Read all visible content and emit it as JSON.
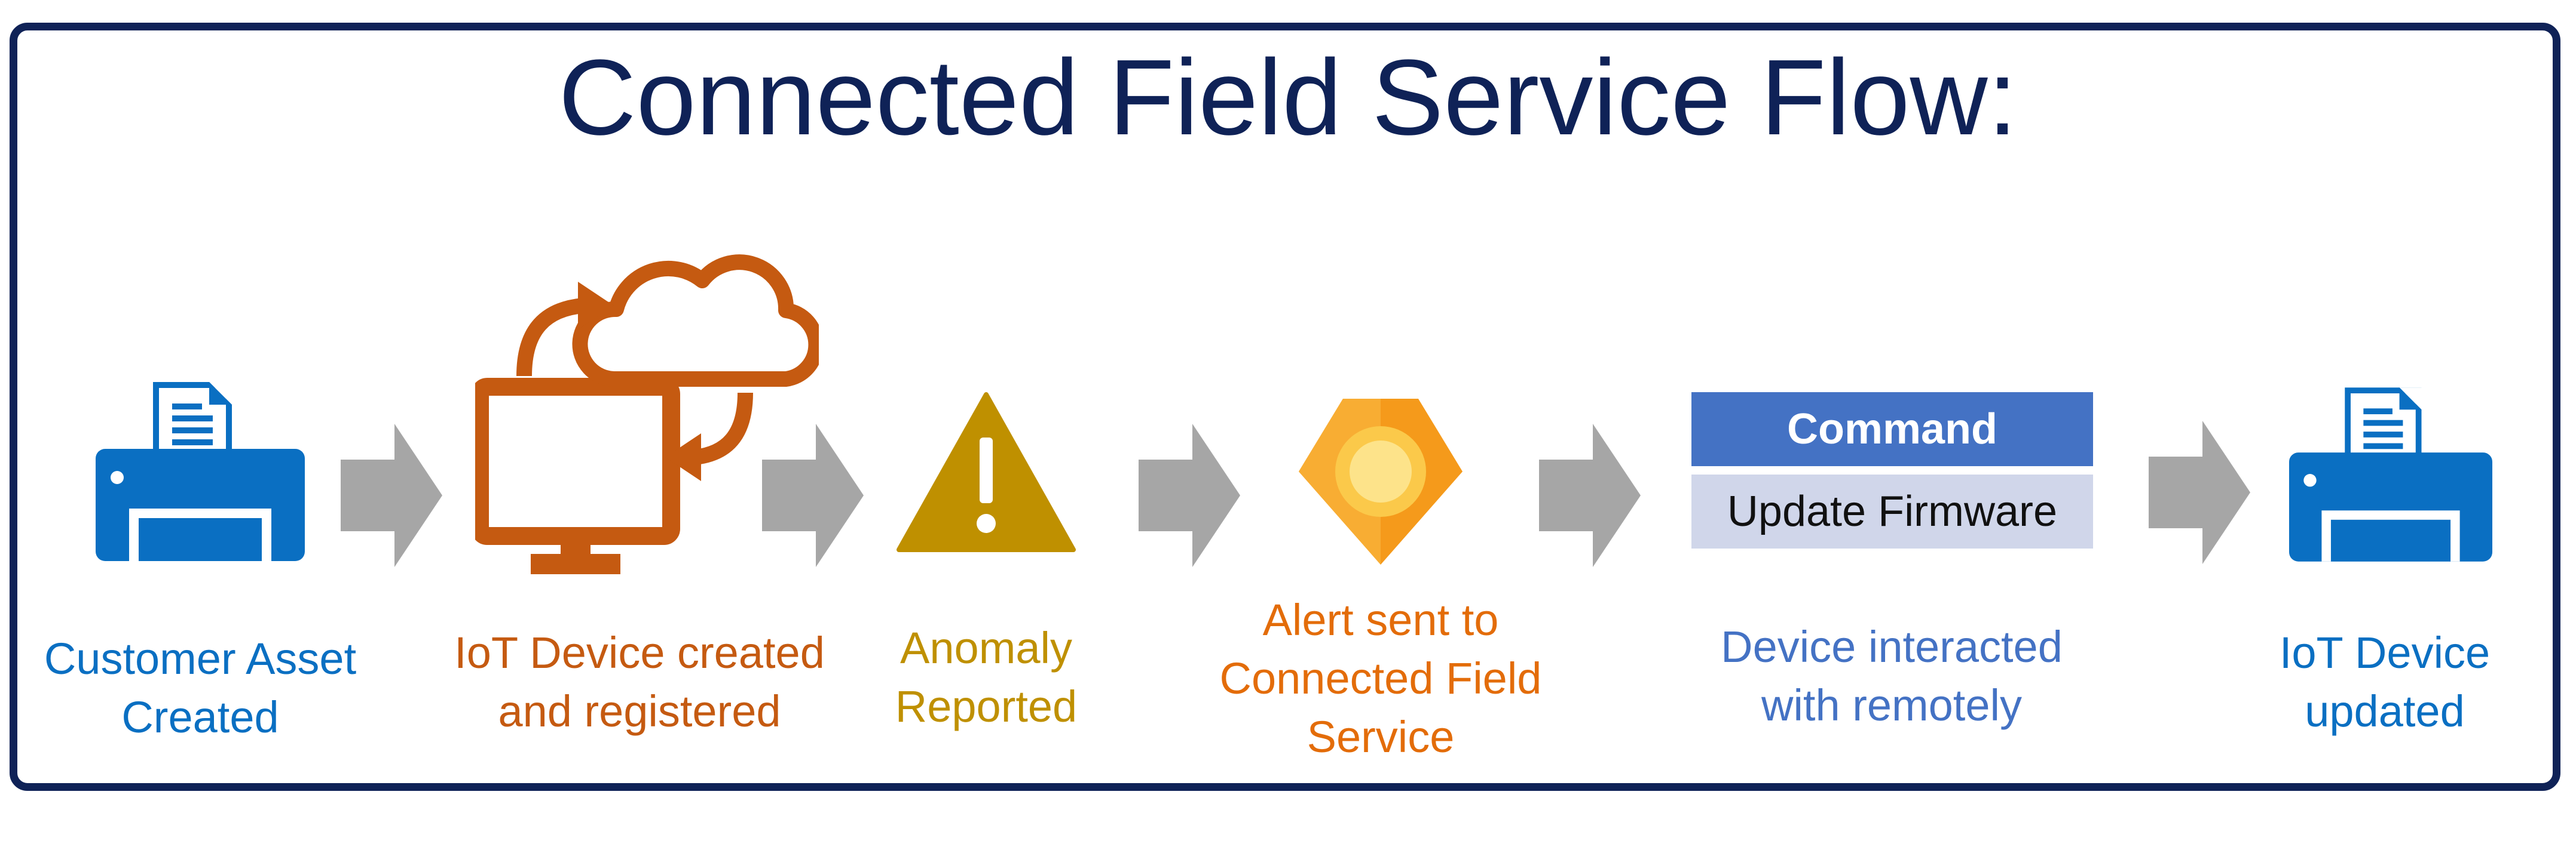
{
  "title": "Connected Field Service Flow:",
  "colors": {
    "frame": "#0f2257",
    "blue": "#0a6fc2",
    "orange": "#c55a11",
    "gold": "#bf9000",
    "alert_orange": "#e36c09",
    "slate_blue": "#4472c4",
    "arrow_gray": "#a6a6a6"
  },
  "steps": [
    {
      "line1": "Customer Asset",
      "line2": "Created",
      "icon": "printer-icon"
    },
    {
      "line1": "IoT Device created",
      "line2": "and registered",
      "icon": "monitor-cloud-sync-icon"
    },
    {
      "line1": "Anomaly",
      "line2": "Reported",
      "icon": "warning-icon"
    },
    {
      "line1": "Alert sent to",
      "line2": "Connected Field",
      "line3": "Service",
      "icon": "alert-location-icon"
    },
    {
      "line1": "Device interacted",
      "line2": "with remotely",
      "icon": "command-panel"
    },
    {
      "line1": "IoT Device",
      "line2": "updated",
      "icon": "printer-icon"
    }
  ],
  "command": {
    "header": "Command",
    "action": "Update Firmware"
  }
}
